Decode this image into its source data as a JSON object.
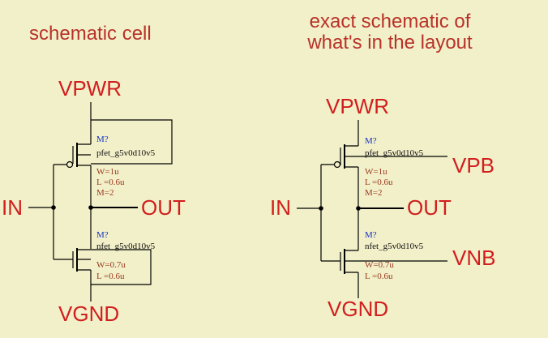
{
  "titles": {
    "left": "schematic cell",
    "right_line1": "exact schematic of",
    "right_line2": "what's in the layout"
  },
  "left_circuit": {
    "vpwr": "VPWR",
    "vgnd": "VGND",
    "in": "IN",
    "out": "OUT",
    "pmos": {
      "ref": "M?",
      "model": "pfet_g5v0d10v5",
      "w": "W=1u",
      "l": "L =0.6u",
      "m": "M=2"
    },
    "nmos": {
      "ref": "M?",
      "model": "nfet_g5v0d10v5",
      "w": "W=0.7u",
      "l": "L =0.6u"
    }
  },
  "right_circuit": {
    "vpwr": "VPWR",
    "vgnd": "VGND",
    "in": "IN",
    "out": "OUT",
    "vpb": "VPB",
    "vnb": "VNB",
    "pmos": {
      "ref": "M?",
      "model": "pfet_g5v0d10v5",
      "w": "W=1u",
      "l": "L =0.6u",
      "m": "M=2"
    },
    "nmos": {
      "ref": "M?",
      "model": "nfet_g5v0d10v5",
      "w": "W=0.7u",
      "l": "L =0.6u"
    }
  },
  "colors": {
    "background": "#f2f0c9",
    "title": "#b8322a",
    "net_label": "#d11e1e",
    "ref_label": "#1530c8",
    "param_label": "#9a3a22"
  }
}
